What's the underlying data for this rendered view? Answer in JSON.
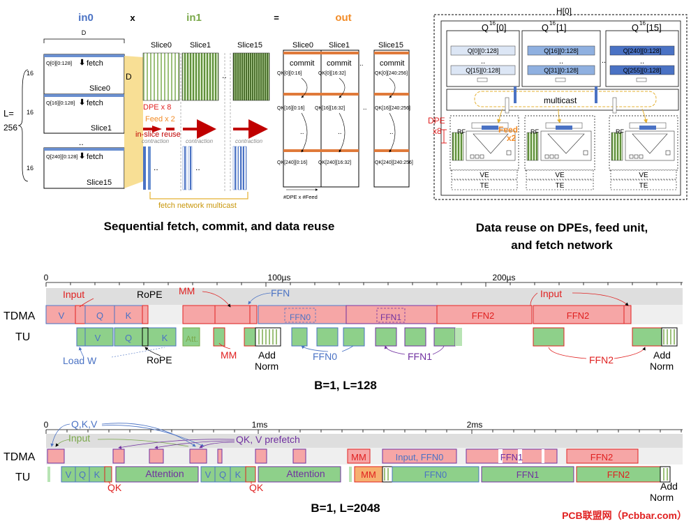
{
  "colors": {
    "blue": "#4a72c4",
    "green": "#7aa84a",
    "orange": "#f28c28",
    "red": "#e02020",
    "purple": "#7030a0",
    "gold": "#e4b030",
    "tdma_fill": "#f6a6a6",
    "tu_fill": "#8ed08a",
    "track_bg": "#dedede"
  },
  "top_left": {
    "in0": "in0",
    "times": "x",
    "in1": "in1",
    "equals": "=",
    "out": "out",
    "D_top": "D",
    "D_side": "D",
    "L_label": "L=",
    "L_value": "256",
    "sixteen": "16",
    "ellipsis": "..",
    "q_slices": [
      {
        "q": "Q[0][0:128]",
        "fetch": "fetch",
        "slice": "Slice0"
      },
      {
        "q": "Q[16][0:128]",
        "fetch": "fetch",
        "slice": "Slice1"
      },
      {
        "q": "Q[240][0:128]",
        "fetch": "fetch",
        "slice": "Slice15"
      }
    ],
    "in1_slices": [
      "Slice0",
      "Slice1",
      "Slice15"
    ],
    "dpe_x8": "DPE x 8",
    "feed_x2": "Feed x 2",
    "in_slice_reuse": "in-slice reuse",
    "contraction": "contraction",
    "fetch_network_multicast": "fetch network multicast",
    "out_slices": [
      "Slice0",
      "Slice1",
      "Slice15"
    ],
    "commit": "commit",
    "qk": [
      [
        "QK[0][0:16]",
        "QK[0][16:32]",
        "QK[0][240:256]"
      ],
      [
        "QK[16][0:16]",
        "QK[16][16:32]",
        "QK[16][240:256]"
      ],
      [
        "QK[240][0:16]",
        "QK[240][16:32]",
        "QK[240][240:256]"
      ]
    ],
    "dpe_feed_axis": "#DPE x #Feed",
    "caption": "Sequential fetch, commit, and data reuse"
  },
  "top_right": {
    "h0": "H[0]",
    "columns": [
      {
        "title": "Q16[0]",
        "base": "Q",
        "sup": "16",
        "idx": "[0]",
        "q_first": "Q[0][0:128]",
        "q_last": "Q[15][0:128]"
      },
      {
        "title": "Q16[1]",
        "base": "Q",
        "sup": "16",
        "idx": "[1]",
        "q_first": "Q[16][0:128]",
        "q_last": "Q[31][0:128]"
      },
      {
        "title": "Q16[15]",
        "base": "Q",
        "sup": "16",
        "idx": "[15]",
        "q_first": "Q[240][0:128]",
        "q_last": "Q[255][0:128]"
      }
    ],
    "ellipsis": "..",
    "multicast": "multicast",
    "dpe": "DPE",
    "x8": "x8",
    "feed": "Feed",
    "x2": "x2",
    "rf": "RF",
    "ve": "VE",
    "te": "TE",
    "caption_line1": "Data reuse on DPEs, feed unit,",
    "caption_line2": "and fetch network"
  },
  "timeline1": {
    "axis_ticks": [
      "0",
      "100µs",
      "200µs"
    ],
    "tdma_label": "TDMA",
    "tu_label": "TU",
    "tdma_boxes": [
      "V",
      "Q",
      "K",
      "FFN0",
      "FFN1",
      "FFN2",
      "FFN2"
    ],
    "tu_boxes": [
      "V",
      "Q",
      "K",
      "Att."
    ],
    "annotations": {
      "input": "Input",
      "rope_top": "RoPE",
      "mm_top": "MM",
      "ffn_top": "FFN",
      "input_right": "Input",
      "load_w": "Load W",
      "rope_bottom": "RoPE",
      "mm_bottom": "MM",
      "add": "Add",
      "norm": "Norm",
      "ffn0": "FFN0",
      "ffn1": "FFN1",
      "ffn2": "FFN2",
      "add_right": "Add",
      "norm_right": "Norm"
    },
    "caption": "B=1, L=128"
  },
  "timeline2": {
    "axis_ticks": [
      "0",
      "1ms",
      "2ms"
    ],
    "tdma_label": "TDMA",
    "tu_label": "TU",
    "tdma_boxes": [
      "MM",
      "Input, FFN0",
      "FFN1",
      "FFN2"
    ],
    "tu_boxes": [
      "V",
      "Q",
      "K",
      "Attention",
      "V",
      "Q",
      "K",
      "Attention",
      "MM",
      "FFN0",
      "FFN1",
      "FFN2"
    ],
    "annotations": {
      "qkv": "Q,K,V",
      "input": "Input",
      "qkv_prefetch": "QK, V prefetch",
      "qk1": "QK",
      "qk2": "QK",
      "add": "Add",
      "norm": "Norm"
    },
    "caption": "B=1, L=2048"
  },
  "watermark": "PCB联盟网（Pcbbar.com）"
}
